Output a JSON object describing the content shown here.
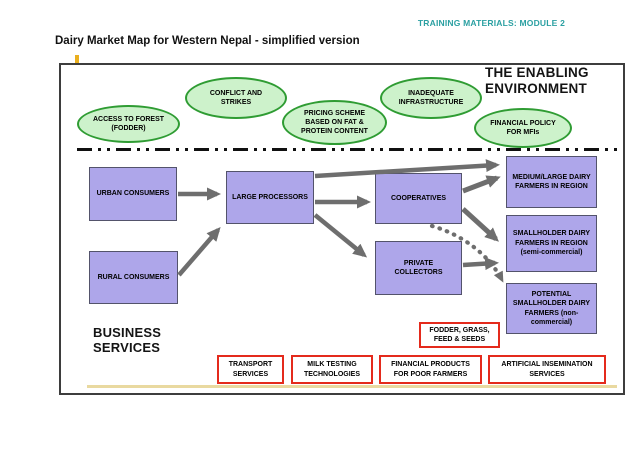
{
  "page": {
    "module_tag": "TRAINING MATERIALS: MODULE 2",
    "title": "Dairy Market Map for Western Nepal - simplified version"
  },
  "colors": {
    "teal_tag": "#2ba0a2",
    "oval_fill": "#cdf2cb",
    "oval_border": "#2f9c33",
    "actor_fill": "#aea6ea",
    "service_border": "#e42a1c",
    "arrow": "#6e6e6e",
    "tan_underline": "#e9d9a0"
  },
  "diagram": {
    "enabling_environment_label": "THE ENABLING ENVIRONMENT",
    "business_services_label": "BUSINESS SERVICES",
    "enabling_factors": [
      {
        "id": "access-forest",
        "label": "ACCESS TO FOREST (FODDER)"
      },
      {
        "id": "conflict-strikes",
        "label": "CONFLICT AND STRIKES"
      },
      {
        "id": "pricing-scheme",
        "label": "PRICING SCHEME BASED ON FAT & PROTEIN CONTENT"
      },
      {
        "id": "inadequate-infrastructure",
        "label": "INADEQUATE INFRASTRUCTURE"
      },
      {
        "id": "financial-policy",
        "label": "FINANCIAL POLICY FOR MFIs"
      }
    ],
    "actors": [
      {
        "id": "urban-consumers",
        "label": "URBAN CONSUMERS"
      },
      {
        "id": "rural-consumers",
        "label": "RURAL CONSUMERS"
      },
      {
        "id": "large-processors",
        "label": "LARGE PROCESSORS"
      },
      {
        "id": "cooperatives",
        "label": "COOPERATIVES"
      },
      {
        "id": "private-collectors",
        "label": "PRIVATE COLLECTORS"
      },
      {
        "id": "medium-large-farmers",
        "label": "MEDIUM/LARGE DAIRY FARMERS IN REGION"
      },
      {
        "id": "smallholder-farmers",
        "label": "SMALLHOLDER DAIRY FARMERS IN REGION (semi-commercial)"
      },
      {
        "id": "potential-smallholder-farmers",
        "label": "POTENTIAL SMALLHOLDER DAIRY FARMERS (non-commercial)"
      }
    ],
    "business_services": [
      {
        "id": "fodder-grass-feed-seeds",
        "label": "FODDER, GRASS, FEED & SEEDS"
      },
      {
        "id": "transport-services",
        "label": "TRANSPORT SERVICES"
      },
      {
        "id": "milk-testing-technologies",
        "label": "MILK TESTING TECHNOLOGIES"
      },
      {
        "id": "financial-products-poor-farmers",
        "label": "FINANCIAL PRODUCTS FOR POOR FARMERS"
      },
      {
        "id": "artificial-insemination-services",
        "label": "ARTIFICIAL INSEMINATION SERVICES"
      }
    ],
    "links": [
      "urban-consumers -> large-processors",
      "rural-consumers -> large-processors",
      "large-processors -> cooperatives",
      "large-processors -> medium-large-farmers",
      "large-processors -> private-collectors",
      "cooperatives -> medium-large-farmers",
      "cooperatives -> smallholder-farmers",
      "private-collectors -> smallholder-farmers",
      "cooperatives -> potential-smallholder-farmers (dotted)"
    ]
  }
}
